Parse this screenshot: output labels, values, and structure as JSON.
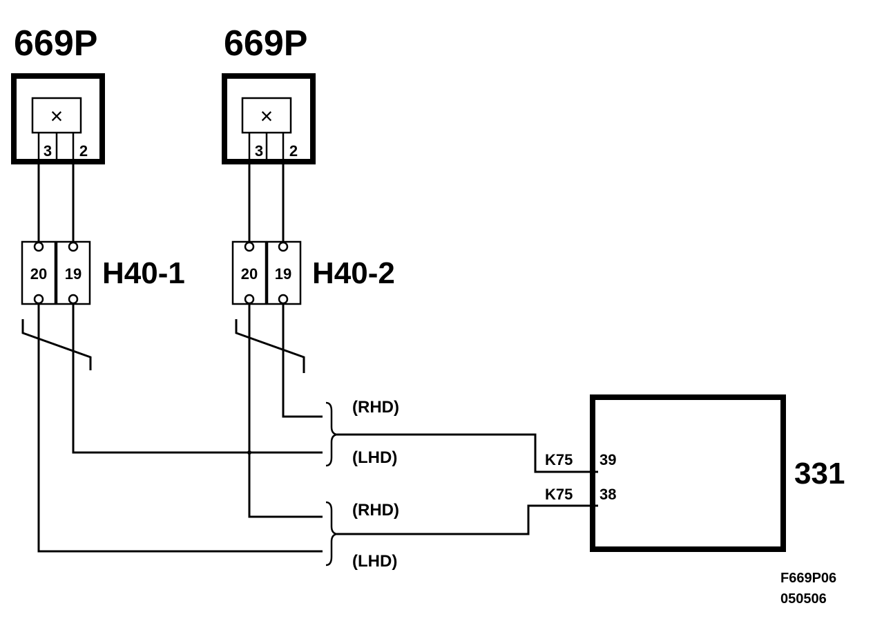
{
  "components": {
    "sensor_left": {
      "code": "669P",
      "symbol": "×",
      "pin_a": "3",
      "pin_b": "2"
    },
    "sensor_right": {
      "code": "669P",
      "symbol": "×",
      "pin_a": "3",
      "pin_b": "2"
    },
    "connector_left": {
      "name": "H40-1",
      "pin_a": "20",
      "pin_b": "19"
    },
    "connector_right": {
      "name": "H40-2",
      "pin_a": "20",
      "pin_b": "19"
    },
    "module": {
      "code": "331",
      "pins": [
        {
          "connector": "K75",
          "pin": "39"
        },
        {
          "connector": "K75",
          "pin": "38"
        }
      ]
    }
  },
  "variants": {
    "rhd_upper": "(RHD)",
    "lhd_upper": "(LHD)",
    "rhd_lower": "(RHD)",
    "lhd_lower": "(LHD)"
  },
  "reference": {
    "line1": "F669P06",
    "line2": "050506"
  }
}
